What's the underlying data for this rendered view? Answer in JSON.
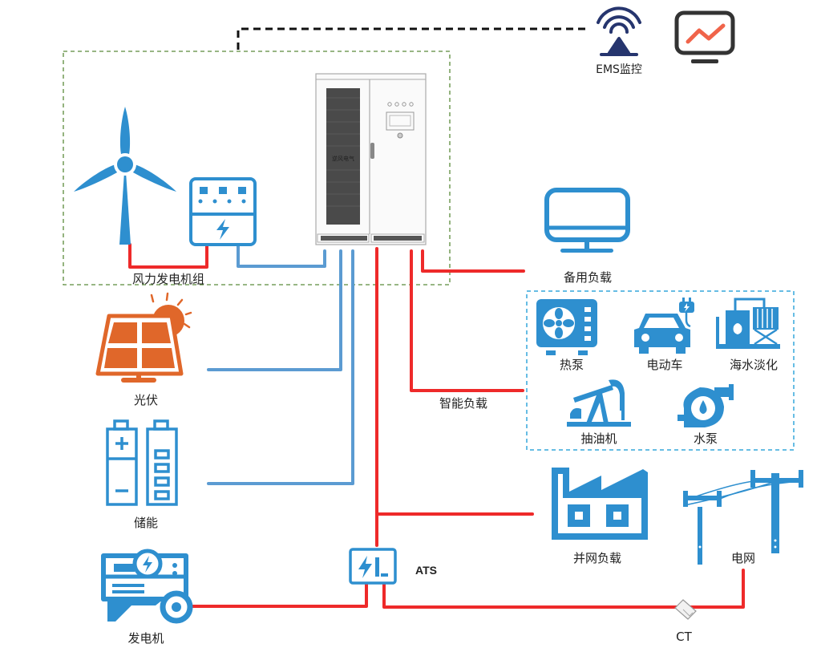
{
  "diagram": {
    "title": "风光储柴微电网系统拓扑",
    "colors": {
      "ac_line": "#ee2a2a",
      "dc_line": "#5b9bd2",
      "icon_blue": "#2e8fcf",
      "solar_orange": "#e0672a",
      "ems_navy": "#26356e",
      "monitor_dark": "#333333",
      "monitor_trend": "#f0644a",
      "group_border": "#5a8a3a",
      "load_group_border": "#35a7dc",
      "comm_line": "#111111"
    },
    "nodes": {
      "ems": {
        "label": "EMS监控",
        "icon": "antenna-icon"
      },
      "monitor": {
        "label": "",
        "icon": "monitor-trend-icon"
      },
      "cabinet": {
        "label": "",
        "icon": "pcs-cabinet-icon",
        "plate": "逆风电气"
      },
      "wind": {
        "label": "风力发电机组",
        "icon": "wind-turbine-icon"
      },
      "wind_converter": {
        "label": "",
        "icon": "converter-box-icon"
      },
      "pv": {
        "label": "光伏",
        "icon": "solar-panel-icon"
      },
      "storage": {
        "label": "储能",
        "icon": "battery-icon"
      },
      "generator": {
        "label": "发电机",
        "icon": "diesel-generator-icon"
      },
      "ats": {
        "label": "ATS",
        "icon": "ats-switch-icon"
      },
      "backup_load": {
        "label": "备用负载",
        "icon": "monitor-icon"
      },
      "smart_load": {
        "label": "智能负载"
      },
      "heat_pump": {
        "label": "热泵",
        "icon": "heat-pump-icon"
      },
      "ev": {
        "label": "电动车",
        "icon": "electric-car-icon"
      },
      "desalination": {
        "label": "海水淡化",
        "icon": "desalination-icon"
      },
      "oil_pump": {
        "label": "抽油机",
        "icon": "pumpjack-icon"
      },
      "water_pump": {
        "label": "水泵",
        "icon": "water-pump-icon"
      },
      "grid_load": {
        "label": "并网负载",
        "icon": "factory-icon"
      },
      "grid": {
        "label": "电网",
        "icon": "power-pole-icon"
      },
      "ct": {
        "label": "CT",
        "icon": "current-transformer-icon"
      }
    }
  }
}
